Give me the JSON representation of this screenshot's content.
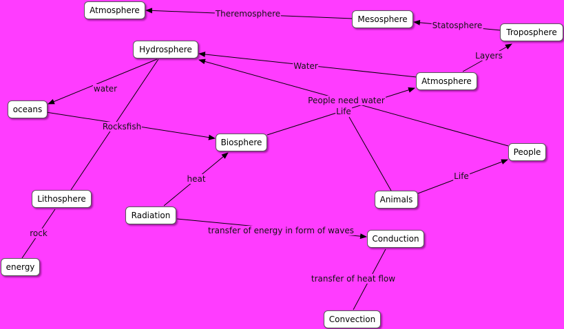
{
  "nodes": {
    "atmosphere_top": "Atmosphere",
    "mesosphere": "Mesosphere",
    "troposphere": "Troposphere",
    "hydrosphere": "Hydrosphere",
    "atmosphere": "Atmosphere",
    "oceans": "oceans",
    "biosphere": "Biosphere",
    "people": "People",
    "lithosphere": "Lithosphere",
    "radiation": "Radiation",
    "animals": "Animals",
    "conduction": "Conduction",
    "energy": "energy",
    "convection": "Convection"
  },
  "edge_labels": {
    "theremosphere": "Theremosphere",
    "statosphere": "Statosphere",
    "layers": "Layers",
    "water_cap": "Water",
    "water": "water",
    "people_need_water": "People need water",
    "life_center": "Life",
    "rocksfish": "Rocksfish",
    "heat": "heat",
    "life_right": "Life",
    "rock": "rock",
    "transfer_waves": "transfer of energy in form of waves",
    "transfer_heat": "transfer of heat flow"
  },
  "colors": {
    "background": "#ff3cff",
    "node_fill": "#ffffff",
    "line": "#000000"
  }
}
